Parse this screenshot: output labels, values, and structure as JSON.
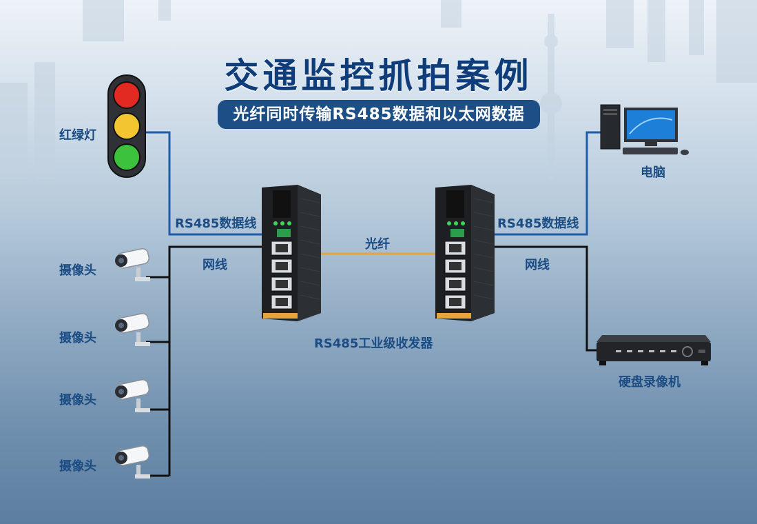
{
  "title": "交通监控抓拍案例",
  "subtitle": "光纤同时传输RS485数据和以太网数据",
  "labels": {
    "traffic_light": "红绿灯",
    "rs485_left": "RS485数据线",
    "rs485_right": "RS485数据线",
    "network_left": "网线",
    "network_right": "网线",
    "fiber": "光纤",
    "transceiver": "RS485工业级收发器",
    "computer": "电脑",
    "nvr": "硬盘录像机",
    "cameras": [
      "摄像头",
      "摄像头",
      "摄像头",
      "摄像头"
    ]
  },
  "icons": {
    "traffic_light": "traffic-light-icon",
    "camera": "security-camera-icon",
    "computer": "desktop-computer-icon",
    "nvr": "nvr-recorder-icon",
    "transceiver": "industrial-switch-icon"
  },
  "colors": {
    "title": "#0f3d7a",
    "subtitle_bg": "#1d4f86",
    "rs485_wire": "#1e5ba8",
    "network_wire": "#111111",
    "fiber_wire": "#e8a33a",
    "label": "#1b4c84"
  }
}
